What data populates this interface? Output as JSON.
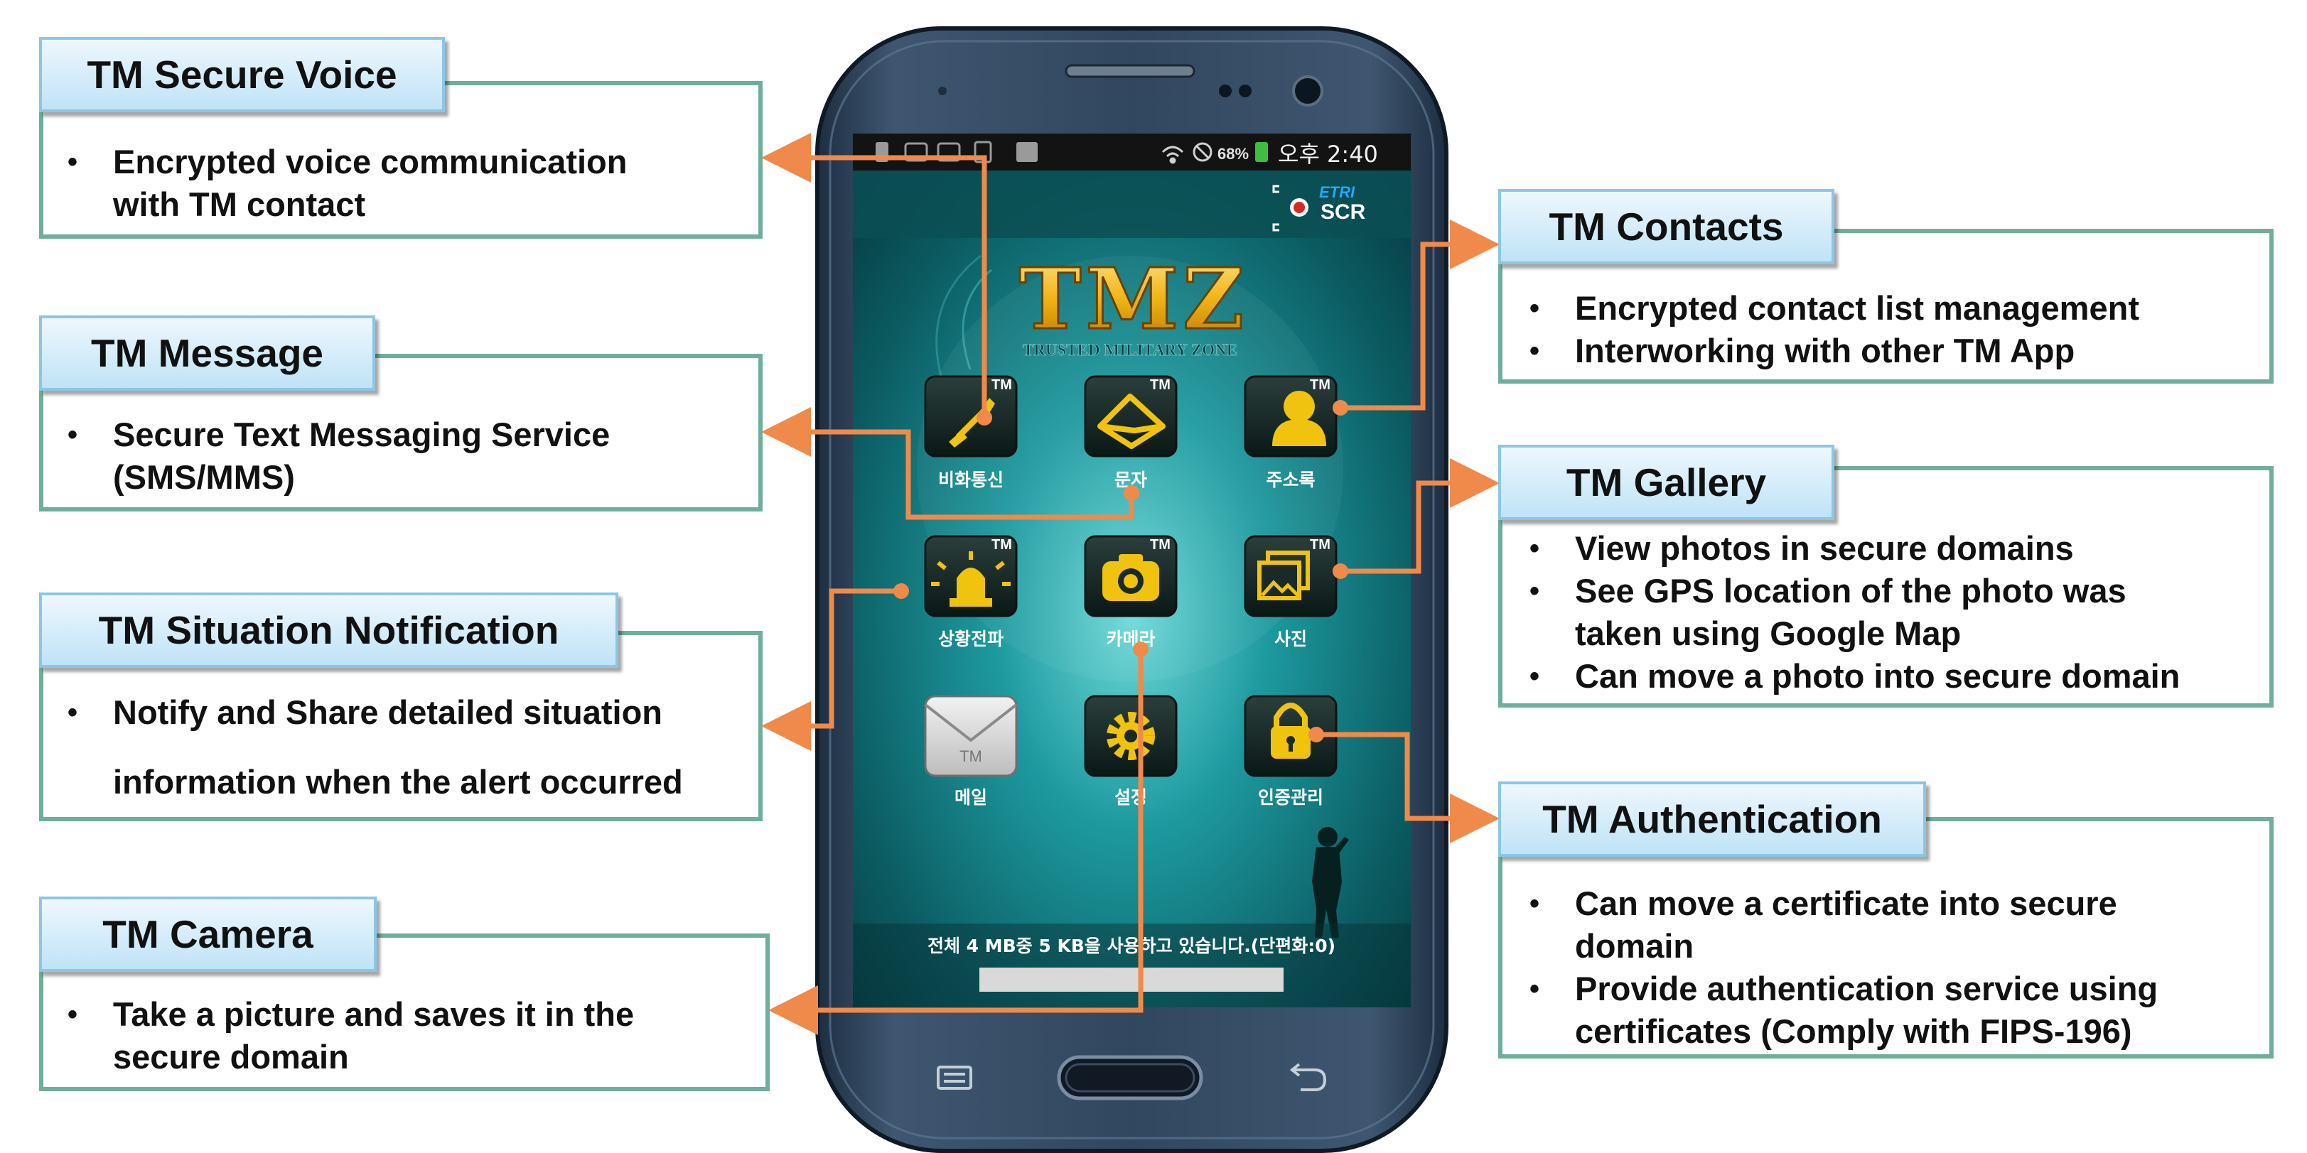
{
  "callouts": {
    "voice": {
      "title": "TM Secure Voice",
      "bullets": [
        "Encrypted voice communication with TM contact"
      ]
    },
    "message": {
      "title": "TM Message",
      "bullets": [
        "Secure Text Messaging Service (SMS/MMS)"
      ]
    },
    "situation": {
      "title": "TM Situation Notification",
      "bullets": [
        "Notify and Share detailed situation information when the alert occurred"
      ]
    },
    "camera": {
      "title": "TM Camera",
      "bullets": [
        "Take a picture and saves it in the secure domain"
      ]
    },
    "contacts": {
      "title": "TM Contacts",
      "bullets": [
        "Encrypted contact list management",
        "Interworking with other TM App"
      ]
    },
    "gallery": {
      "title": "TM Gallery",
      "bullets": [
        "View photos in secure domains",
        "See GPS location of the photo was taken using Google Map",
        "Can move a photo into secure domain"
      ]
    },
    "authentication": {
      "title": "TM Authentication",
      "bullets": [
        "Can move a certificate into secure domain",
        "Provide authentication service using certificates (Comply with FIPS-196)"
      ]
    }
  },
  "phone": {
    "status_time": "오후 2:40",
    "battery": "68%",
    "badge_top": "ETRI",
    "badge_bottom": "SCR",
    "logo": "TMZ",
    "logo_subtitle": "TRUSTED MILITARY ZONE",
    "tm_tag": "TM",
    "apps": [
      {
        "label": "비화통신",
        "icon": "phone-icon",
        "tm": true
      },
      {
        "label": "문자",
        "icon": "envelope-icon",
        "tm": true
      },
      {
        "label": "주소록",
        "icon": "contact-person-icon",
        "tm": true
      },
      {
        "label": "상황전파",
        "icon": "siren-icon",
        "tm": true
      },
      {
        "label": "카메라",
        "icon": "camera-icon",
        "tm": true
      },
      {
        "label": "사진",
        "icon": "gallery-icon",
        "tm": true
      },
      {
        "label": "메일",
        "icon": "mail-icon",
        "tm": false,
        "icon_text": "TM"
      },
      {
        "label": "설정",
        "icon": "gear-icon",
        "tm": false
      },
      {
        "label": "인증관리",
        "icon": "padlock-icon",
        "tm": false
      }
    ],
    "storage_text": "전체 4 MB중 5 KB을 사용하고 있습니다.(단편화:0)"
  },
  "colors": {
    "panel_border": "#6fae9c",
    "title_fill": "#bfe3f7",
    "connector": "#f08a4b",
    "screen": "#0e6e74",
    "icon_fill": "#f0c30f",
    "phone_body": "#2b3f57"
  }
}
